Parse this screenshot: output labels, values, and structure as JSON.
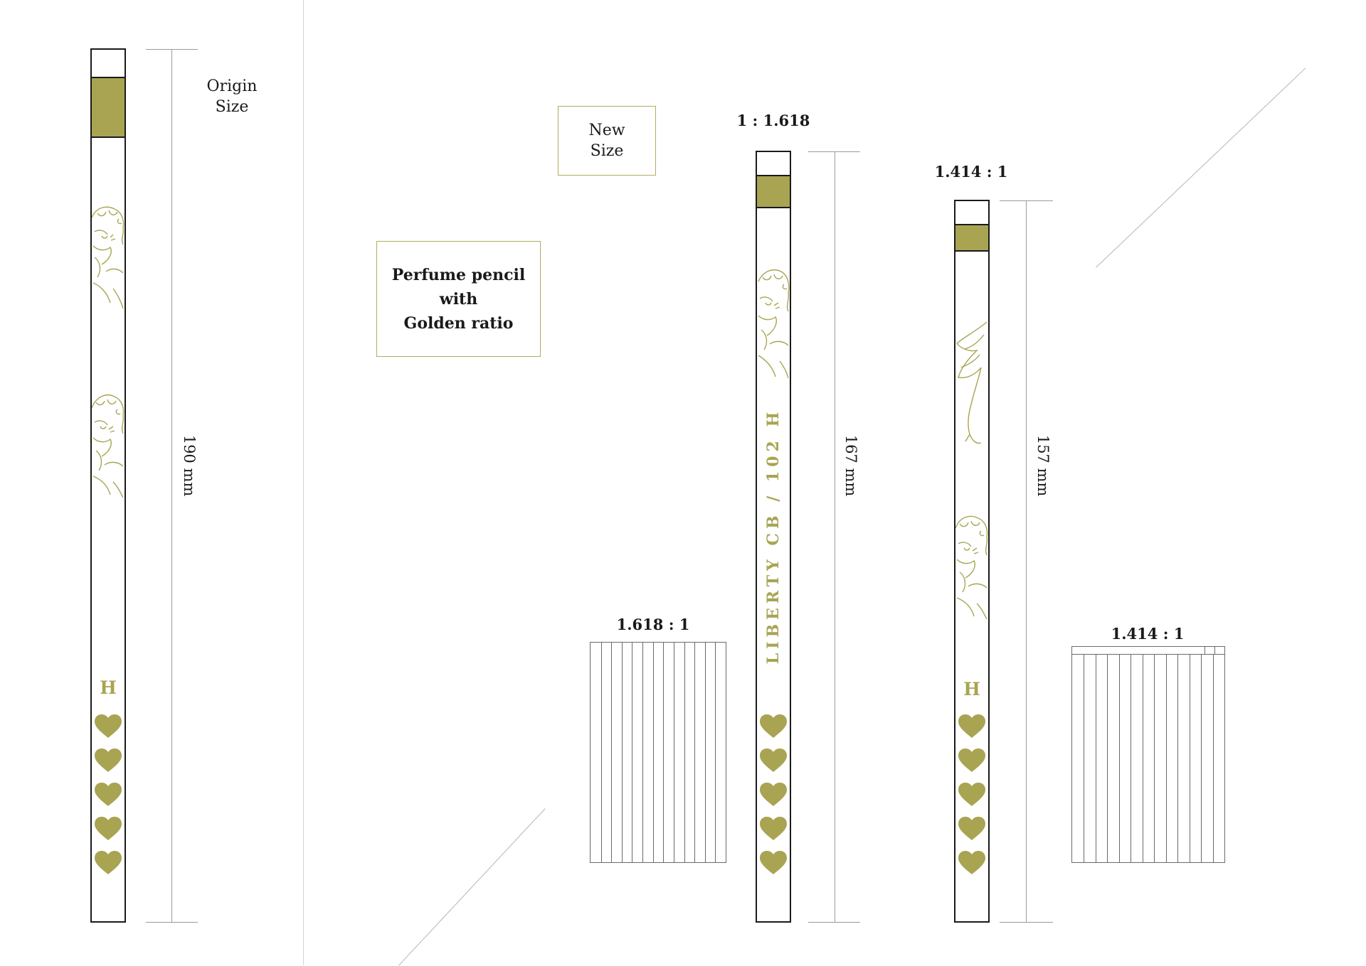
{
  "labels": {
    "origin": [
      "Origin",
      "Size"
    ],
    "new": [
      "New",
      "Size"
    ],
    "concept": [
      "Perfume pencil",
      "with",
      "Golden ratio"
    ]
  },
  "pencils": [
    {
      "id": "origin",
      "ratio": "",
      "dimension": "190 mm",
      "text": "",
      "mark": "H",
      "hearts": 5
    },
    {
      "id": "golden",
      "ratio": "1 : 1.618",
      "dimension": "167 mm",
      "text": "LIBERTY CB / 102   H",
      "mark": "",
      "hearts": 5
    },
    {
      "id": "silver",
      "ratio": "1.414 : 1",
      "dimension": "157 mm",
      "text": "",
      "mark": "H",
      "hearts": 5
    }
  ],
  "boxes": [
    {
      "id": "box-golden",
      "ratio": "1.618 : 1",
      "slots": 13
    },
    {
      "id": "box-silver",
      "ratio": "1.414 : 1",
      "slots": 13
    }
  ],
  "colors": {
    "gold": "#a9a452",
    "outline": "#1a1a1a",
    "frame": "#b2ac63",
    "guide": "#9a9a9a"
  },
  "icons": [
    "cupid-illustration-icon",
    "heart-icon",
    "angel-wing-icon"
  ]
}
